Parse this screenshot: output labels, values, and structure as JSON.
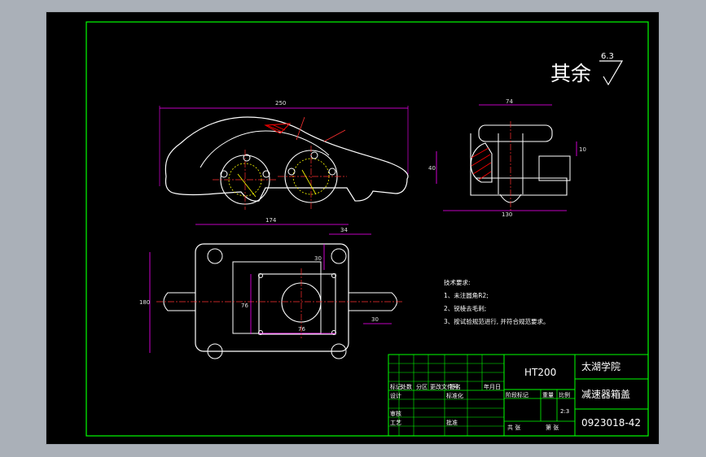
{
  "colors": {
    "background": "#000000",
    "frame": "#00ff00",
    "outline": "#ffffff",
    "dimension": "#ff00ff",
    "section": "#ff0000",
    "hidden": "#ffff00",
    "centerline": "#ff3030"
  },
  "surface_finish": {
    "label": "其余",
    "value": "6.3"
  },
  "dimensions": {
    "front_length": "250",
    "side_width": "74",
    "side_width_lower": "130",
    "side_height": "40",
    "side_small": "10",
    "top_length": "174",
    "top_offset": "34",
    "top_height": "180",
    "top_inner": "30",
    "top_small": "30",
    "plate_width": "76",
    "plate_height": "76"
  },
  "tech_requirements": {
    "title": "技术要求:",
    "items": [
      "1、未注圆角R2;",
      "2、锐棱去毛刺;",
      "3、按试验规范进行, 并符合规范要求。"
    ]
  },
  "title_block": {
    "material": "HT200",
    "school": "太湖学院",
    "part_name": "减速器箱盖",
    "drawing_no": "0923018-42",
    "scale": "2:3",
    "row_labels": {
      "mark": "标记",
      "count": "处数",
      "zone": "分区",
      "doc_no": "更改文件号",
      "signature": "签名",
      "date": "年月日",
      "design": "设计",
      "standardize": "标准化",
      "check": "审核",
      "process": "工艺",
      "approve": "批准"
    },
    "stage_header": "阶段标记",
    "weight_header": "重量",
    "scale_header": "比例",
    "sheets_total": "共 张",
    "sheet_no": "第 张"
  }
}
